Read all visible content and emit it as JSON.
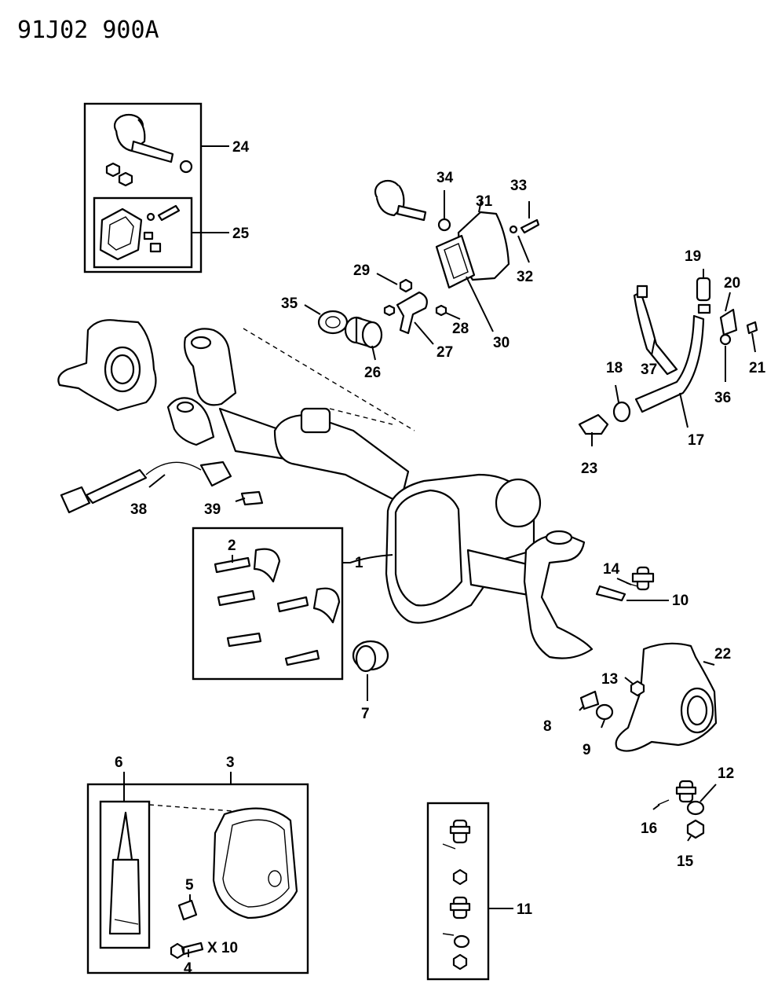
{
  "header": {
    "code": "91J02  900A"
  },
  "multiplier": "X 10",
  "callouts": [
    "1",
    "2",
    "3",
    "4",
    "5",
    "6",
    "7",
    "8",
    "9",
    "10",
    "11",
    "12",
    "13",
    "14",
    "15",
    "16",
    "17",
    "18",
    "19",
    "20",
    "21",
    "22",
    "23",
    "24",
    "25",
    "26",
    "27",
    "28",
    "29",
    "30",
    "31",
    "32",
    "33",
    "34",
    "35",
    "36",
    "37",
    "38",
    "39"
  ]
}
